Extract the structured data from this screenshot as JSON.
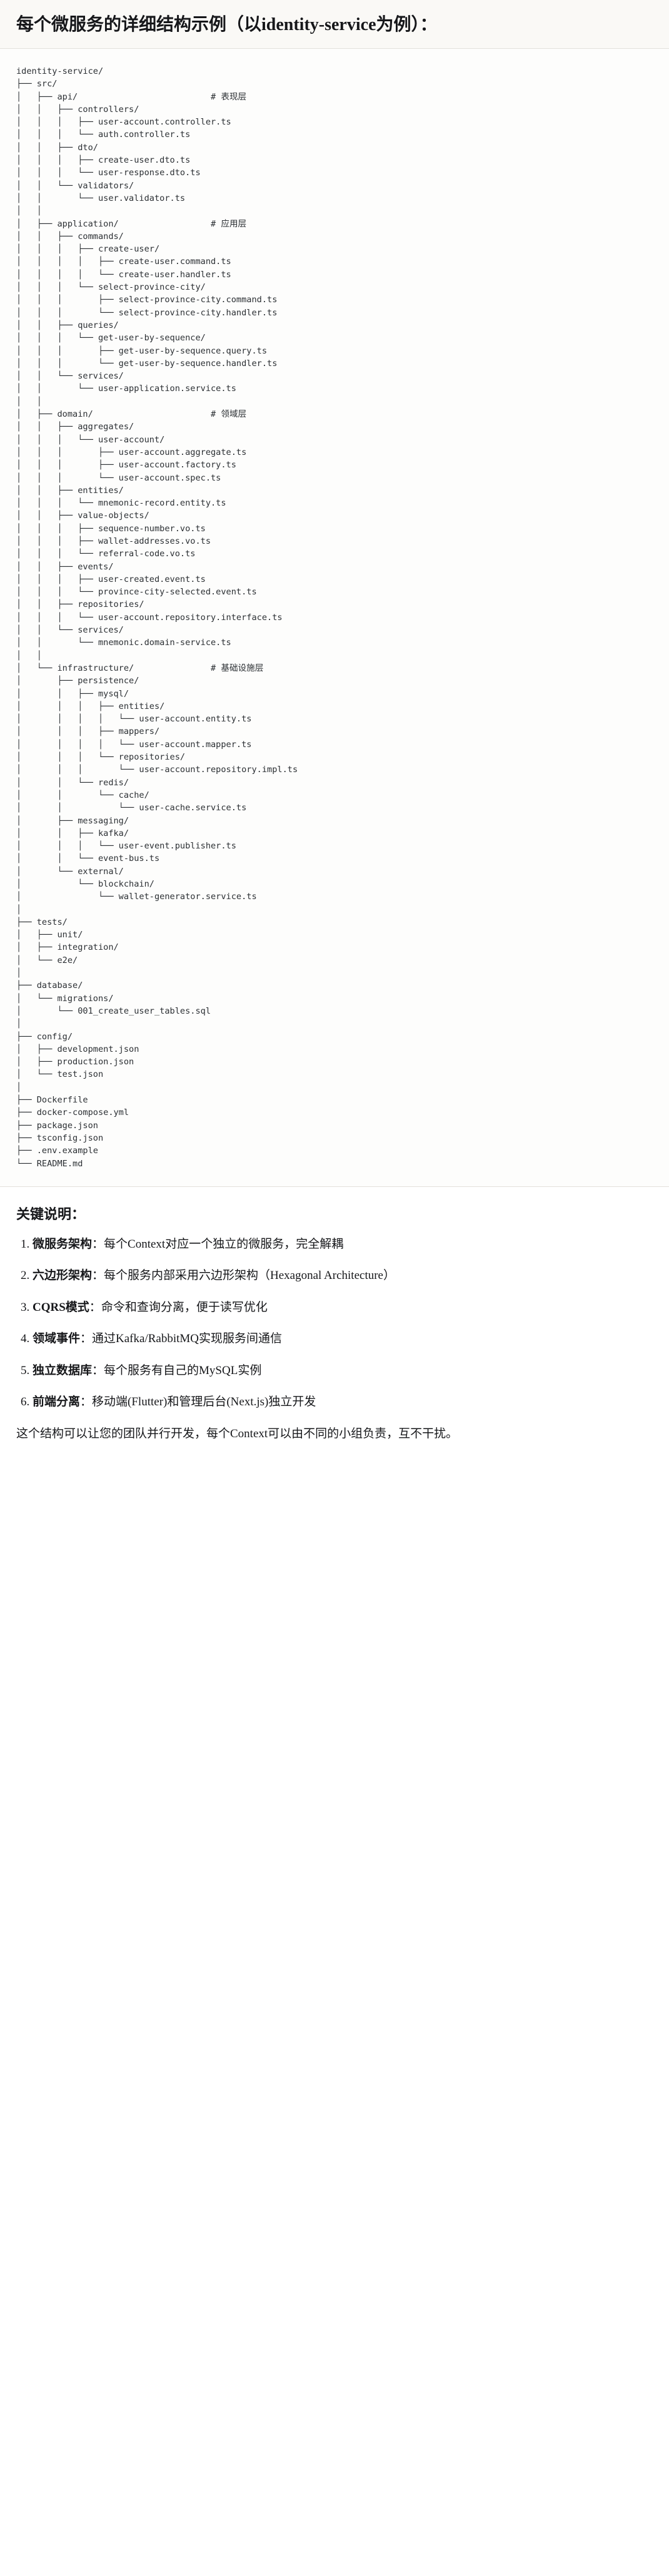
{
  "header": {
    "title": "每个微服务的详细结构示例（以identity-service为例）："
  },
  "tree": {
    "root": "identity-service/",
    "lines": [
      "identity-service/",
      "├── src/",
      "│   ├── api/                          # 表现层",
      "│   │   ├── controllers/",
      "│   │   │   ├── user-account.controller.ts",
      "│   │   │   └── auth.controller.ts",
      "│   │   ├── dto/",
      "│   │   │   ├── create-user.dto.ts",
      "│   │   │   └── user-response.dto.ts",
      "│   │   └── validators/",
      "│   │       └── user.validator.ts",
      "│   │",
      "│   ├── application/                  # 应用层",
      "│   │   ├── commands/",
      "│   │   │   ├── create-user/",
      "│   │   │   │   ├── create-user.command.ts",
      "│   │   │   │   └── create-user.handler.ts",
      "│   │   │   └── select-province-city/",
      "│   │   │       ├── select-province-city.command.ts",
      "│   │   │       └── select-province-city.handler.ts",
      "│   │   ├── queries/",
      "│   │   │   └── get-user-by-sequence/",
      "│   │   │       ├── get-user-by-sequence.query.ts",
      "│   │   │       └── get-user-by-sequence.handler.ts",
      "│   │   └── services/",
      "│   │       └── user-application.service.ts",
      "│   │",
      "│   ├── domain/                       # 领域层",
      "│   │   ├── aggregates/",
      "│   │   │   └── user-account/",
      "│   │   │       ├── user-account.aggregate.ts",
      "│   │   │       ├── user-account.factory.ts",
      "│   │   │       └── user-account.spec.ts",
      "│   │   ├── entities/",
      "│   │   │   └── mnemonic-record.entity.ts",
      "│   │   ├── value-objects/",
      "│   │   │   ├── sequence-number.vo.ts",
      "│   │   │   ├── wallet-addresses.vo.ts",
      "│   │   │   └── referral-code.vo.ts",
      "│   │   ├── events/",
      "│   │   │   ├── user-created.event.ts",
      "│   │   │   └── province-city-selected.event.ts",
      "│   │   ├── repositories/",
      "│   │   │   └── user-account.repository.interface.ts",
      "│   │   └── services/",
      "│   │       └── mnemonic.domain-service.ts",
      "│   │",
      "│   └── infrastructure/               # 基础设施层",
      "│       ├── persistence/",
      "│       │   ├── mysql/",
      "│       │   │   ├── entities/",
      "│       │   │   │   └── user-account.entity.ts",
      "│       │   │   ├── mappers/",
      "│       │   │   │   └── user-account.mapper.ts",
      "│       │   │   └── repositories/",
      "│       │   │       └── user-account.repository.impl.ts",
      "│       │   └── redis/",
      "│       │       └── cache/",
      "│       │           └── user-cache.service.ts",
      "│       ├── messaging/",
      "│       │   ├── kafka/",
      "│       │   │   └── user-event.publisher.ts",
      "│       │   └── event-bus.ts",
      "│       └── external/",
      "│           └── blockchain/",
      "│               └── wallet-generator.service.ts",
      "│",
      "├── tests/",
      "│   ├── unit/",
      "│   ├── integration/",
      "│   └── e2e/",
      "│",
      "├── database/",
      "│   └── migrations/",
      "│       └── 001_create_user_tables.sql",
      "│",
      "├── config/",
      "│   ├── development.json",
      "│   ├── production.json",
      "│   └── test.json",
      "│",
      "├── Dockerfile",
      "├── docker-compose.yml",
      "├── package.json",
      "├── tsconfig.json",
      "├── .env.example",
      "└── README.md"
    ]
  },
  "notes": {
    "title": "关键说明：",
    "items": [
      {
        "term": "微服务架构",
        "sep": "：",
        "desc": "每个Context对应一个独立的微服务，完全解耦"
      },
      {
        "term": "六边形架构",
        "sep": "：",
        "desc": "每个服务内部采用六边形架构（Hexagonal Architecture）"
      },
      {
        "term": "CQRS模式",
        "sep": "：",
        "desc": "命令和查询分离，便于读写优化"
      },
      {
        "term": "领域事件",
        "sep": "：",
        "desc": "通过Kafka/RabbitMQ实现服务间通信"
      },
      {
        "term": "独立数据库",
        "sep": "：",
        "desc": "每个服务有自己的MySQL实例"
      },
      {
        "term": "前端分离",
        "sep": "：",
        "desc": "移动端(Flutter)和管理后台(Next.js)独立开发"
      }
    ],
    "closing": "这个结构可以让您的团队并行开发，每个Context可以由不同的小组负责，互不干扰。"
  },
  "colors": {
    "header_bg": "#faf9f6",
    "tree_bg": "#fdfdfc",
    "body_bg": "#ffffff",
    "text": "#16171a",
    "code_text": "#2b2f33",
    "divider": "#e3e1db"
  }
}
